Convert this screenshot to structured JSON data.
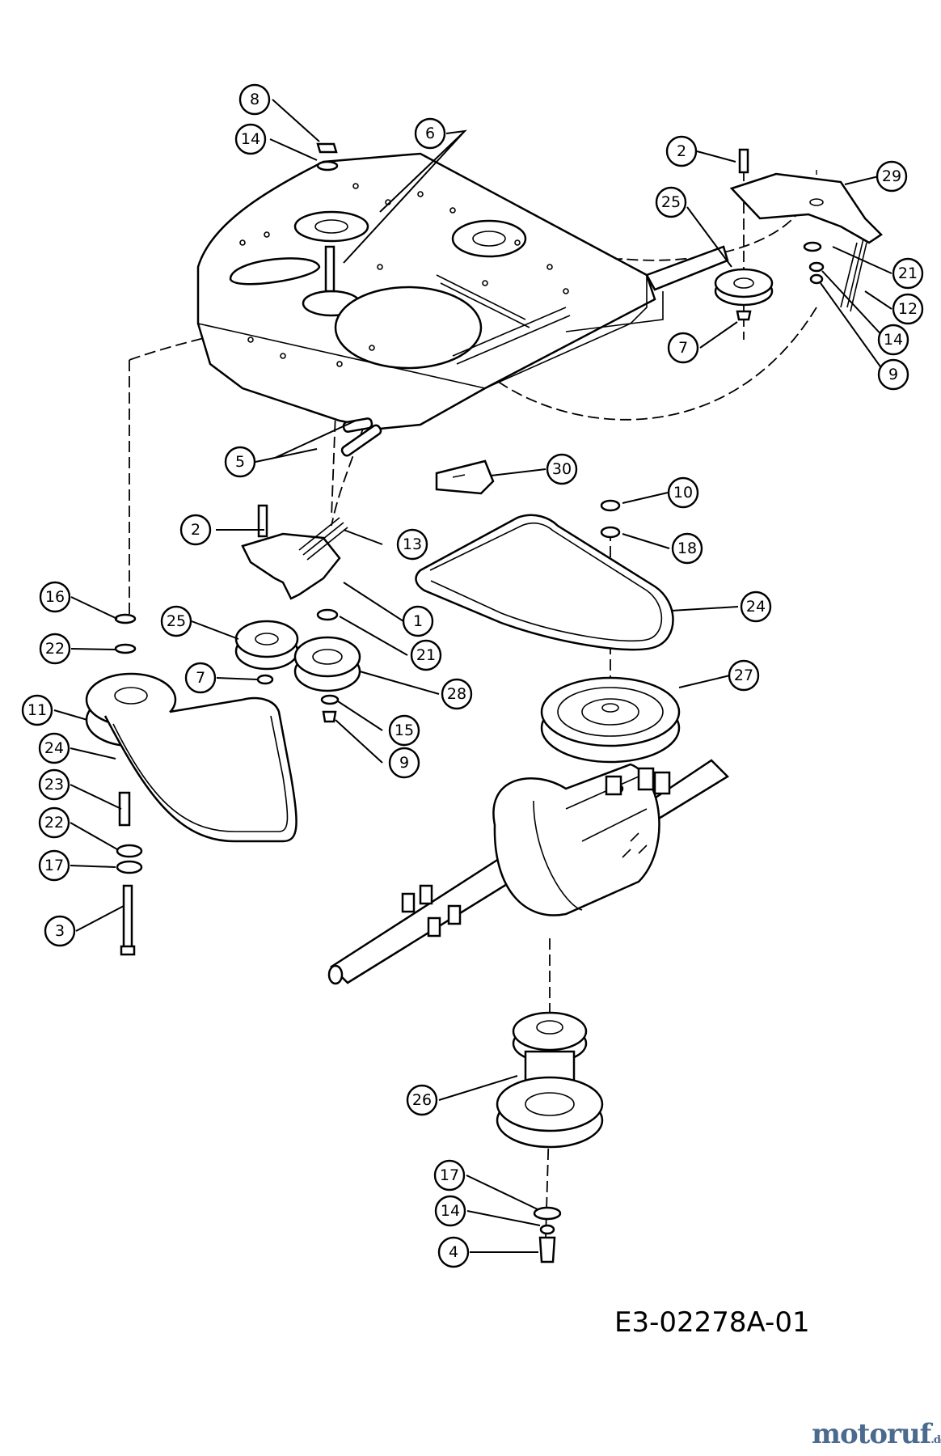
{
  "drawing_code": "E3-02278A-01",
  "watermark": {
    "brand": "motoruf",
    "tld": ".de"
  },
  "callouts": [
    {
      "id": "c8a",
      "label": "8"
    },
    {
      "id": "c14a",
      "label": "14"
    },
    {
      "id": "c6",
      "label": "6"
    },
    {
      "id": "c2a",
      "label": "2"
    },
    {
      "id": "c29",
      "label": "29"
    },
    {
      "id": "c25a",
      "label": "25"
    },
    {
      "id": "c21a",
      "label": "21"
    },
    {
      "id": "c12",
      "label": "12"
    },
    {
      "id": "c7a",
      "label": "7"
    },
    {
      "id": "c14b",
      "label": "14"
    },
    {
      "id": "c9a",
      "label": "9"
    },
    {
      "id": "c5",
      "label": "5"
    },
    {
      "id": "c30",
      "label": "30"
    },
    {
      "id": "c10",
      "label": "10"
    },
    {
      "id": "c2b",
      "label": "2"
    },
    {
      "id": "c13",
      "label": "13"
    },
    {
      "id": "c18",
      "label": "18"
    },
    {
      "id": "c16",
      "label": "16"
    },
    {
      "id": "c1",
      "label": "1"
    },
    {
      "id": "c24a",
      "label": "24"
    },
    {
      "id": "c25b",
      "label": "25"
    },
    {
      "id": "c22a",
      "label": "22"
    },
    {
      "id": "c21b",
      "label": "21"
    },
    {
      "id": "c7b",
      "label": "7"
    },
    {
      "id": "c27",
      "label": "27"
    },
    {
      "id": "c11",
      "label": "11"
    },
    {
      "id": "c28",
      "label": "28"
    },
    {
      "id": "c15",
      "label": "15"
    },
    {
      "id": "c24b",
      "label": "24"
    },
    {
      "id": "c9b",
      "label": "9"
    },
    {
      "id": "c23",
      "label": "23"
    },
    {
      "id": "c22b",
      "label": "22"
    },
    {
      "id": "c17a",
      "label": "17"
    },
    {
      "id": "c3",
      "label": "3"
    },
    {
      "id": "c26",
      "label": "26"
    },
    {
      "id": "c17b",
      "label": "17"
    },
    {
      "id": "c14c",
      "label": "14"
    },
    {
      "id": "c4",
      "label": "4"
    }
  ]
}
